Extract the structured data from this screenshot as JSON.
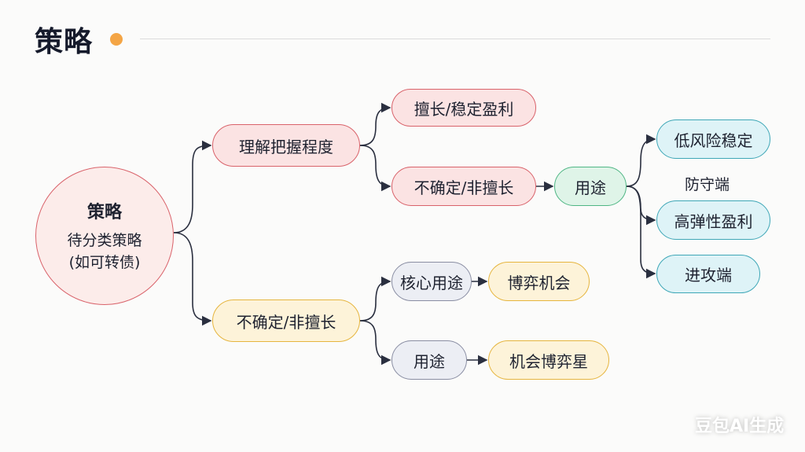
{
  "header": {
    "title": "策略"
  },
  "root": {
    "title": "策略",
    "line1": "待分类策略",
    "line2": "(如可转债)"
  },
  "nodes": {
    "understanding": "理解把握程度",
    "uncertain_main": "不确定/非擅长",
    "good_stable": "擅长/稳定盈利",
    "uncertain_sub": "不确定/非擅长",
    "usage_green": "用途",
    "low_risk": "低风险稳定",
    "defense_label": "防守端",
    "high_elastic": "高弹性盈利",
    "offense": "进攻端",
    "core_usage": "核心用途",
    "game_chance": "博弈机会",
    "usage_gray": "用途",
    "chance_star": "机会博弈星"
  },
  "colors": {
    "accent": "#f4a545",
    "red": "#d9626a",
    "yellow": "#e6b53e",
    "green": "#4fb684",
    "teal": "#3ea7b7",
    "gray": "#8a8ea3"
  },
  "watermark": "豆包AI生成"
}
